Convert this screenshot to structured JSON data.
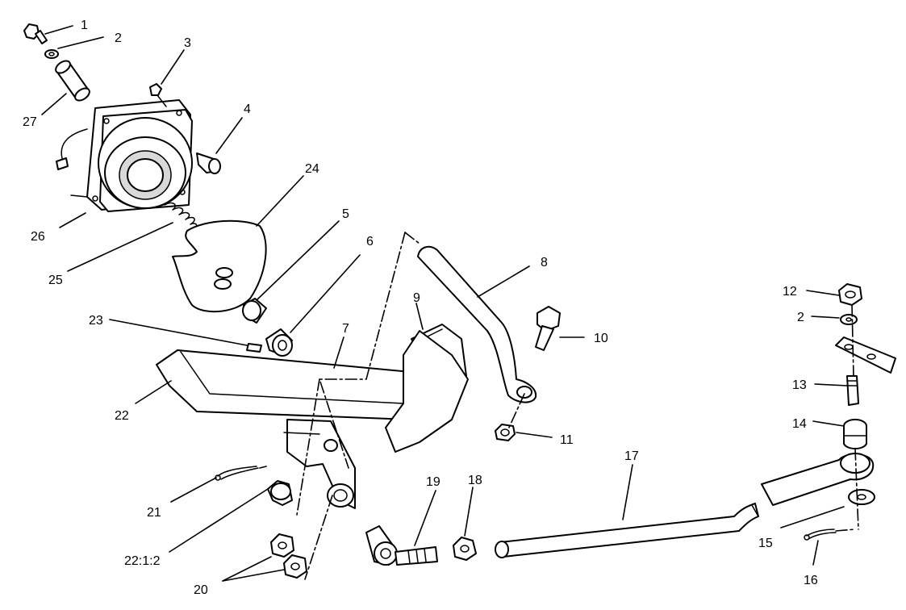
{
  "callouts": [
    {
      "id": "c1",
      "text": "1"
    },
    {
      "id": "c2a",
      "text": "2"
    },
    {
      "id": "c3",
      "text": "3"
    },
    {
      "id": "c4",
      "text": "4"
    },
    {
      "id": "c24",
      "text": "24"
    },
    {
      "id": "c27",
      "text": "27"
    },
    {
      "id": "c26",
      "text": "26"
    },
    {
      "id": "c25",
      "text": "25"
    },
    {
      "id": "c5",
      "text": "5"
    },
    {
      "id": "c6",
      "text": "6"
    },
    {
      "id": "c8",
      "text": "8"
    },
    {
      "id": "c9",
      "text": "9"
    },
    {
      "id": "c7",
      "text": "7"
    },
    {
      "id": "c10",
      "text": "10"
    },
    {
      "id": "c23",
      "text": "23"
    },
    {
      "id": "c22",
      "text": "22"
    },
    {
      "id": "c11",
      "text": "11"
    },
    {
      "id": "c12",
      "text": "12"
    },
    {
      "id": "c2b",
      "text": "2"
    },
    {
      "id": "c13",
      "text": "13"
    },
    {
      "id": "c14",
      "text": "14"
    },
    {
      "id": "c17",
      "text": "17"
    },
    {
      "id": "c19",
      "text": "19"
    },
    {
      "id": "c18",
      "text": "18"
    },
    {
      "id": "c21",
      "text": "21"
    },
    {
      "id": "c22b",
      "text": "22:1:2"
    },
    {
      "id": "c20",
      "text": "20"
    },
    {
      "id": "c15",
      "text": "15"
    },
    {
      "id": "c16",
      "text": "16"
    }
  ]
}
